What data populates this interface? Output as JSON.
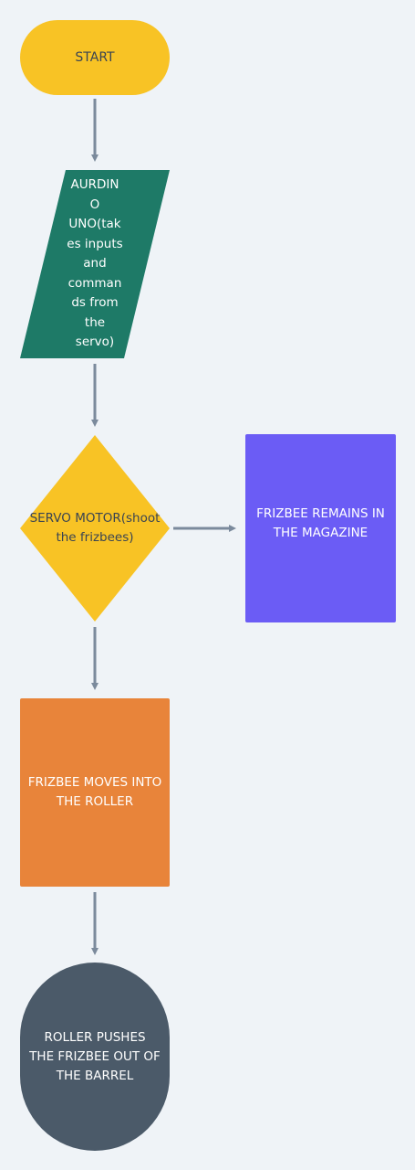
{
  "flowchart": {
    "start": {
      "label": "START",
      "shape": "terminator",
      "color": "#f8c325"
    },
    "arduino": {
      "label": "AURDIN\nO\nUNO(tak\nes inputs\nand\ncomman\nds from\nthe\nservo)",
      "shape": "parallelogram",
      "color": "#1e7a67"
    },
    "servo": {
      "label": "SERVO MOTOR(shoot\nthe frizbees)",
      "shape": "decision",
      "color": "#f8c325"
    },
    "magazine": {
      "label": "FRIZBEE REMAINS IN\nTHE MAGAZINE",
      "shape": "process",
      "color": "#6b5cf5"
    },
    "roller": {
      "label": "FRIZBEE MOVES INTO\nTHE ROLLER",
      "shape": "process",
      "color": "#e8843a"
    },
    "barrel": {
      "label": "ROLLER PUSHES\nTHE FRIZBEE OUT OF\nTHE BARREL",
      "shape": "terminator",
      "color": "#4b5a69"
    },
    "connector_color": "#7b8a9c",
    "background": "#eff3f7"
  }
}
